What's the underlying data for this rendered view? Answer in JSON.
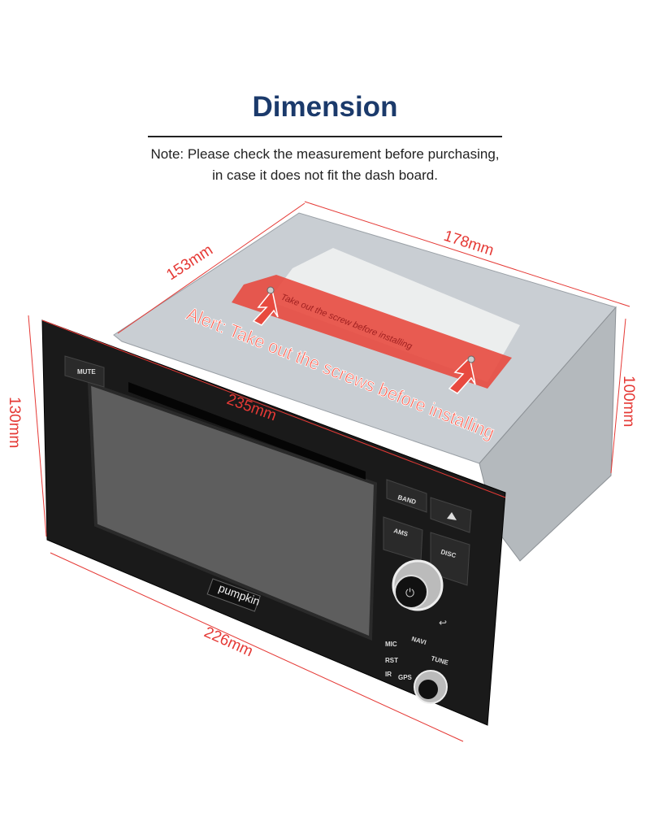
{
  "header": {
    "title": "Dimension",
    "note_line1": "Note: Please check the measurement before purchasing,",
    "note_line2": "in case it does not fit the dash board."
  },
  "dimensions": {
    "depth_top": "153mm",
    "length_top": "178mm",
    "height_front": "130mm",
    "height_back": "100mm",
    "width_top": "235mm",
    "width_bottom": "226mm"
  },
  "alert": {
    "text": "Alert: Take out the screws before installing",
    "label_text": "Take out the screw before installing"
  },
  "device": {
    "brand": "pumpkin",
    "buttons": [
      "MUTE",
      "BAND",
      "AMS",
      "DISC",
      "NAVI",
      "TUNE"
    ],
    "ports": [
      "MIC",
      "RST",
      "IR",
      "GPS"
    ]
  },
  "colors": {
    "title": "#1b3a6b",
    "dimension": "#e53935",
    "alert_banner": "#e84a3f"
  }
}
